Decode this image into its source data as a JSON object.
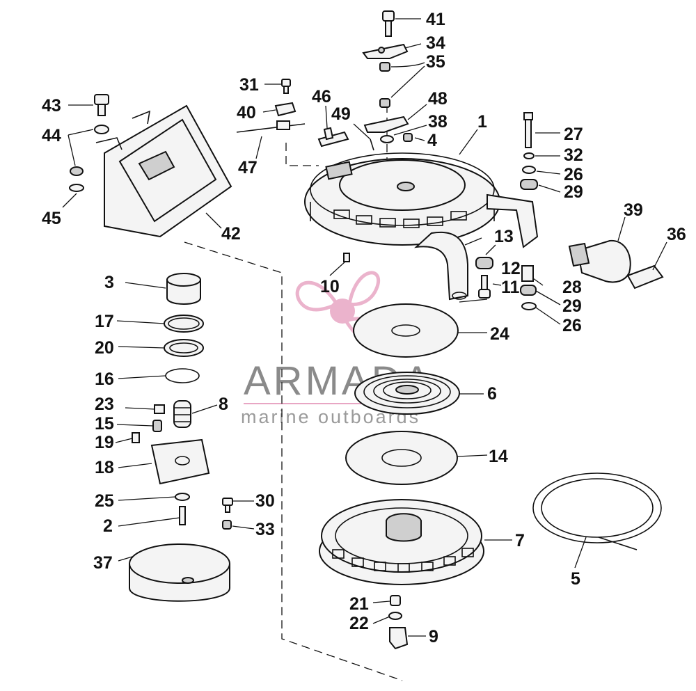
{
  "diagram": {
    "callouts": [
      {
        "n": "41"
      },
      {
        "n": "34"
      },
      {
        "n": "35"
      },
      {
        "n": "31"
      },
      {
        "n": "46"
      },
      {
        "n": "48"
      },
      {
        "n": "43"
      },
      {
        "n": "40"
      },
      {
        "n": "49"
      },
      {
        "n": "38"
      },
      {
        "n": "1"
      },
      {
        "n": "27"
      },
      {
        "n": "44"
      },
      {
        "n": "4"
      },
      {
        "n": "32"
      },
      {
        "n": "47"
      },
      {
        "n": "26"
      },
      {
        "n": "29"
      },
      {
        "n": "45"
      },
      {
        "n": "42"
      },
      {
        "n": "39"
      },
      {
        "n": "36"
      },
      {
        "n": "13"
      },
      {
        "n": "12"
      },
      {
        "n": "3"
      },
      {
        "n": "10"
      },
      {
        "n": "11"
      },
      {
        "n": "28"
      },
      {
        "n": "29"
      },
      {
        "n": "26"
      },
      {
        "n": "17"
      },
      {
        "n": "24"
      },
      {
        "n": "20"
      },
      {
        "n": "16"
      },
      {
        "n": "6"
      },
      {
        "n": "23"
      },
      {
        "n": "8"
      },
      {
        "n": "15"
      },
      {
        "n": "19"
      },
      {
        "n": "14"
      },
      {
        "n": "18"
      },
      {
        "n": "25"
      },
      {
        "n": "30"
      },
      {
        "n": "2"
      },
      {
        "n": "33"
      },
      {
        "n": "7"
      },
      {
        "n": "37"
      },
      {
        "n": "5"
      },
      {
        "n": "21"
      },
      {
        "n": "22"
      },
      {
        "n": "9"
      }
    ]
  },
  "watermark": {
    "brand": "ARMADA",
    "tagline": "marine outboards",
    "logo_color": "#e8a6c4",
    "text_color": "#8a8a8a"
  }
}
